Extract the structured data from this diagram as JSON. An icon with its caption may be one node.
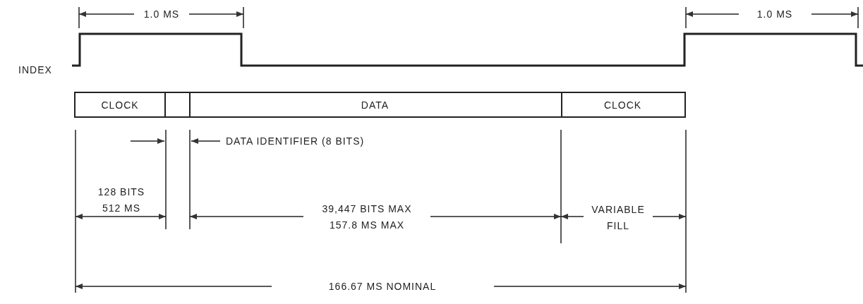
{
  "diagram": {
    "nodes": [
      {
        "text": [
          "CLOCK"
        ]
      },
      {
        "text": [],
        "shape": "box"
      },
      {
        "text": [
          "DATA"
        ]
      },
      {
        "text": [
          "CLOCK"
        ]
      }
    ],
    "edges": [],
    "labels": [
      "1.0 MS",
      "1.0 MS",
      "INDEX",
      "DATA IDENTIFIER (8 BITS)",
      "128 BITS 512 MS",
      "39,447 BITS MAX 157.8 MS MAX",
      "VARIABLE FILL",
      "166.67 MS NOMINAL"
    ]
  }
}
